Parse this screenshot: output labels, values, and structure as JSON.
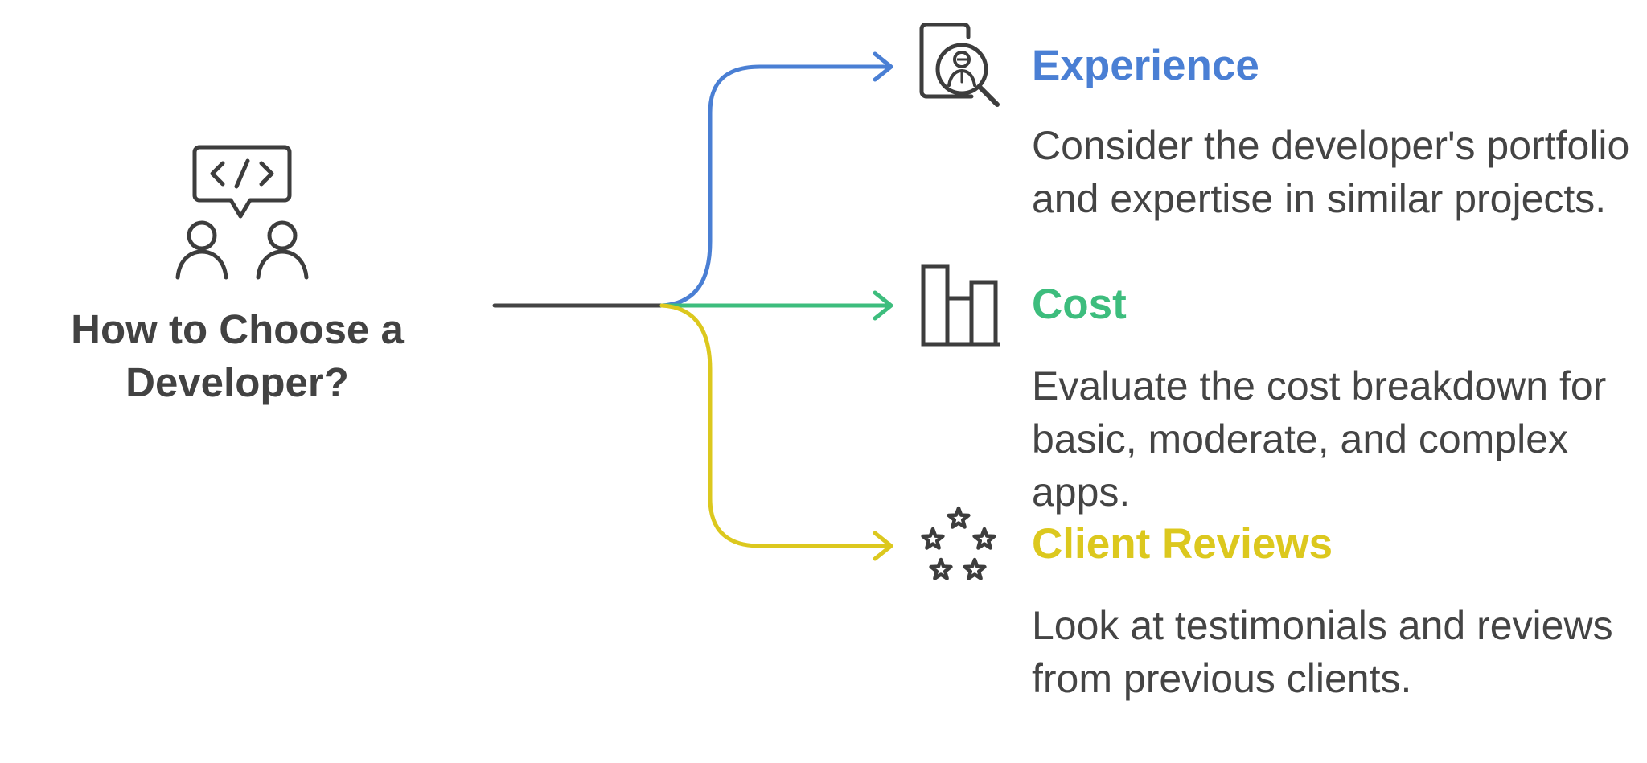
{
  "root": {
    "title": "How to Choose a Developer?",
    "icon": "code-chat-people-icon"
  },
  "branches": [
    {
      "title": "Experience",
      "description": "Consider the developer's portfolio and expertise in similar projects.",
      "color": "#4a7fd4",
      "icon": "profile-search-icon"
    },
    {
      "title": "Cost",
      "description": "Evaluate the cost breakdown for basic, moderate, and complex apps.",
      "color": "#3dbd7d",
      "icon": "bar-chart-icon"
    },
    {
      "title": "Client Reviews",
      "description": "Look at testimonials and reviews from previous clients.",
      "color": "#dcc81e",
      "icon": "stars-icon"
    }
  ],
  "colors": {
    "stem": "#444444",
    "icon_stroke": "#3d3d3d"
  }
}
